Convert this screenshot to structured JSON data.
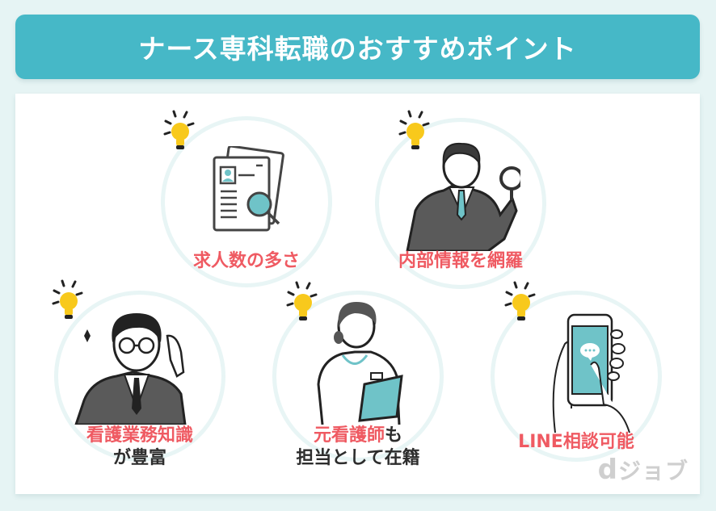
{
  "header": {
    "title": "ナース専科転職のおすすめポイント"
  },
  "colors": {
    "background": "#e6f4f4",
    "header": "#46b8c7",
    "accent_text": "#ef5a62",
    "dark_text": "#2d2d2d",
    "bulb": "#f8c91c",
    "illustration_teal": "#6fc3c8"
  },
  "points": [
    {
      "label": "求人数の多さ",
      "icon": "job-documents-magnifier-icon"
    },
    {
      "label": "内部情報を網羅",
      "icon": "businessman-magnifier-icon"
    },
    {
      "label_red": "看護業務知識",
      "label_dark": "が豊富",
      "icon": "man-with-glasses-icon"
    },
    {
      "label_red": "元看護師",
      "label_dark_inline": "も",
      "label_dark": "担当として在籍",
      "icon": "nurse-clipboard-icon"
    },
    {
      "label": "LINE相談可能",
      "icon": "smartphone-chat-icon"
    }
  ],
  "watermark": {
    "d": "d",
    "text": "ジョブ"
  }
}
